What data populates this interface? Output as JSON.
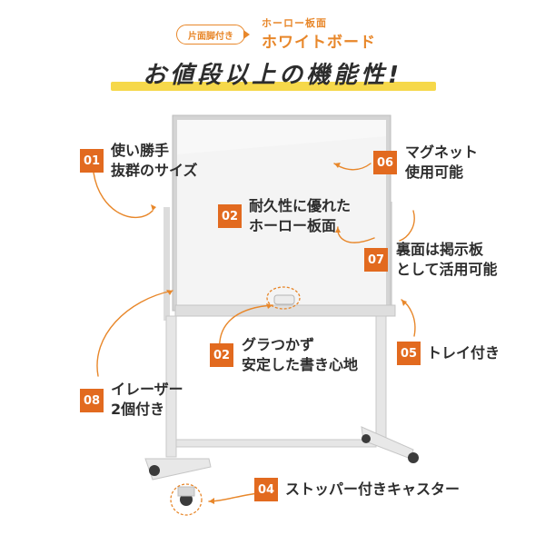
{
  "header": {
    "pill_text": "片面脚付き",
    "sub_title": "ホーロー板面",
    "main_title": "ホワイトボード",
    "headline": "お値段以上の機能性!"
  },
  "features": [
    {
      "number": "01",
      "line1": "使い勝手",
      "line2": "抜群のサイズ"
    },
    {
      "number": "02",
      "line1": "耐久性に優れた",
      "line2": "ホーロー板面"
    },
    {
      "number": "02",
      "line1": "グラつかず",
      "line2": "安定した書き心地"
    },
    {
      "number": "04",
      "line1": "ストッパー付きキャスター",
      "line2": ""
    },
    {
      "number": "05",
      "line1": "トレイ付き",
      "line2": ""
    },
    {
      "number": "06",
      "line1": "マグネット",
      "line2": "使用可能"
    },
    {
      "number": "07",
      "line1": "裏面は掲示板",
      "line2": "として活用可能"
    },
    {
      "number": "08",
      "line1": "イレーザー",
      "line2": "2個付き"
    }
  ],
  "colors": {
    "accent": "#e26a1f",
    "highlight": "#f6d84a",
    "arrow": "#e8872a",
    "board_frame": "#c9c9c9",
    "board_surface": "#f3f3f3"
  }
}
